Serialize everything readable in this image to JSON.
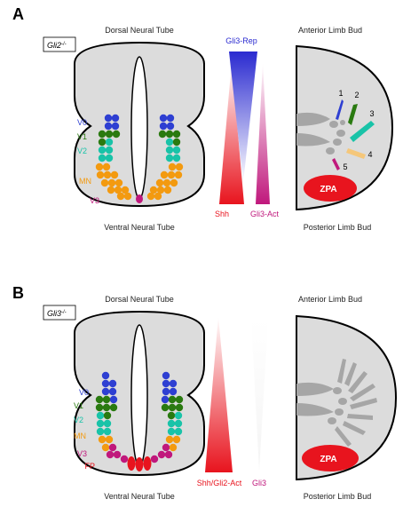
{
  "panels": [
    {
      "letter": "A",
      "genotype_gene": "Gli2",
      "genotype_sup": "-/-",
      "dorsal_label": "Dorsal Neural Tube",
      "ventral_label": "Ventral Neural Tube",
      "anterior_label": "Anterior Limb Bud",
      "posterior_label": "Posterior Limb Bud",
      "domains": [
        {
          "label": "V0",
          "color": "#2e3fd2"
        },
        {
          "label": "V1",
          "color": "#2a7a10"
        },
        {
          "label": "V2",
          "color": "#19c3a8"
        },
        {
          "label": "MN",
          "color": "#f39a10"
        },
        {
          "label": "V3",
          "color": "#c0187c"
        }
      ],
      "gradient_labels": {
        "top_left": "",
        "top_right": "Gli3-Rep",
        "bottom_left": "Shh",
        "bottom_right": "Gli3-Act"
      },
      "digits": [
        "1",
        "2",
        "3",
        "4",
        "5"
      ],
      "zpa_label": "ZPA"
    },
    {
      "letter": "B",
      "genotype_gene": "Gli3",
      "genotype_sup": "-/-",
      "dorsal_label": "Dorsal Neural Tube",
      "ventral_label": "Ventral Neural Tube",
      "anterior_label": "Anterior Limb Bud",
      "posterior_label": "Posterior Limb Bud",
      "domains": [
        {
          "label": "V0",
          "color": "#2e3fd2"
        },
        {
          "label": "V1",
          "color": "#2a7a10"
        },
        {
          "label": "V2",
          "color": "#19c3a8"
        },
        {
          "label": "MN",
          "color": "#f39a10"
        },
        {
          "label": "V3",
          "color": "#c0187c"
        },
        {
          "label": "FP",
          "color": "#e8141e"
        }
      ],
      "gradient_labels": {
        "top_left": "",
        "top_right": "",
        "bottom_left": "Shh/Gli2-Act",
        "bottom_right": "Gli3"
      },
      "digits": [],
      "zpa_label": "ZPA"
    }
  ],
  "colors": {
    "shh_red": "#e8141e",
    "gli3_rep_blue": "#2a2ad0",
    "gli3_act_magenta": "#c0187c",
    "tissue_gray": "#dcdcdc",
    "skeleton_gray": "#a6a6a6"
  }
}
